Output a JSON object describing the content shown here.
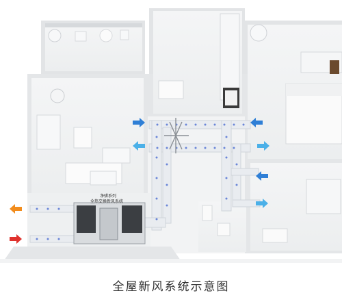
{
  "caption": "全屋新风系统示意图",
  "unit": {
    "label_line1": "净骐系列",
    "label_line2": "全热交换新风系统"
  },
  "colors": {
    "fresh_air_arrow": "#2f7fd6",
    "exhaust_arrow": "#4bb0e8",
    "intake_arrow": "#e0322d",
    "outlet_arrow": "#f28c1c",
    "duct": "#e9ecf0",
    "duct_dots": "#6a86d8"
  }
}
